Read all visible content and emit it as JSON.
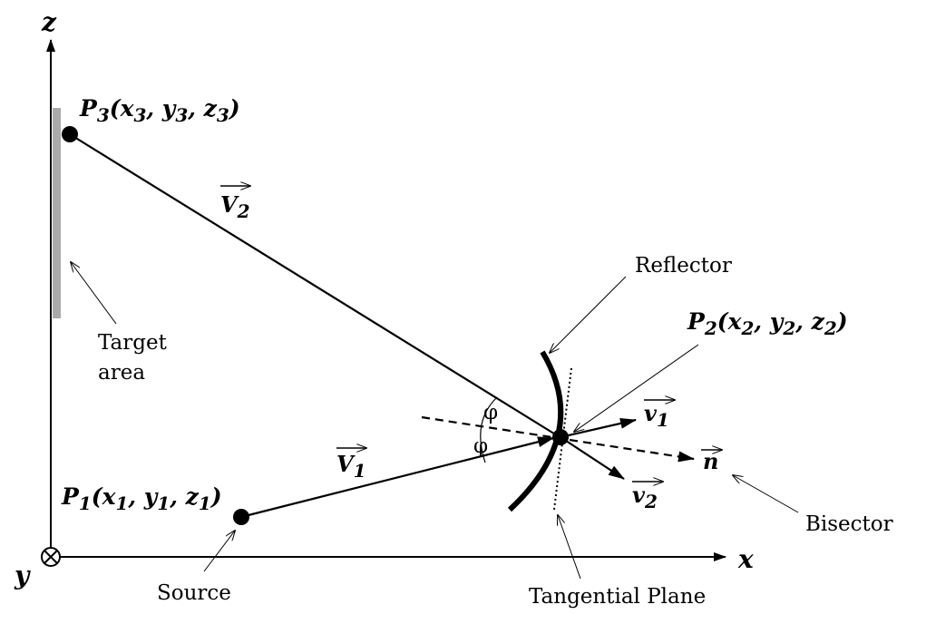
{
  "axes": {
    "x_label": "x",
    "y_label": "y",
    "z_label": "z"
  },
  "points": {
    "p1": {
      "name": "P",
      "sub": "1",
      "open": "(x",
      "c1": "1",
      "sep1": ", y",
      "c2": "1",
      "sep2": ", z",
      "c3": "1",
      "close": ")"
    },
    "p2": {
      "name": "P",
      "sub": "2",
      "open": "(x",
      "c1": "2",
      "sep1": ", y",
      "c2": "2",
      "sep2": ", z",
      "c3": "2",
      "close": ")"
    },
    "p3": {
      "name": "P",
      "sub": "3",
      "open": "(x",
      "c1": "3",
      "sep1": ", y",
      "c2": "3",
      "sep2": ", z",
      "c3": "3",
      "close": ")"
    }
  },
  "vectors": {
    "V1": {
      "letter": "V",
      "sub": "1"
    },
    "V2": {
      "letter": "V",
      "sub": "2"
    },
    "v1": {
      "letter": "v",
      "sub": "1"
    },
    "v2": {
      "letter": "v",
      "sub": "2"
    },
    "n": {
      "letter": "n"
    }
  },
  "labels": {
    "reflector": "Reflector",
    "target_line1": "Target",
    "target_line2": "area",
    "source": "Source",
    "tangential_plane": "Tangential Plane",
    "bisector": "Bisector"
  },
  "angle_symbol": "φ"
}
